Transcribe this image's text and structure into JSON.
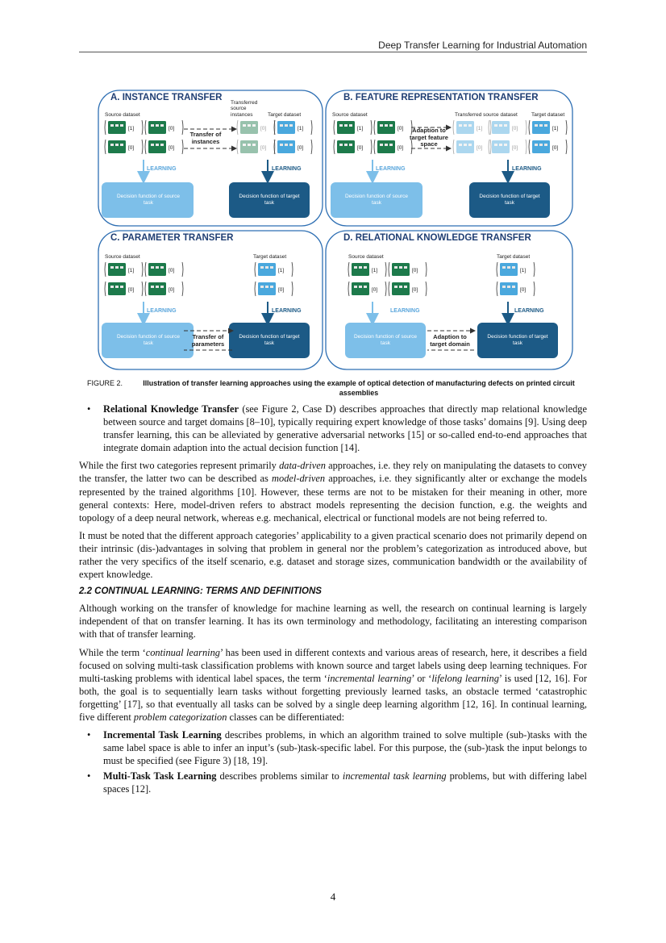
{
  "header": {
    "running_title": "Deep Transfer Learning for Industrial Automation"
  },
  "figure": {
    "panels": {
      "a": {
        "title": "A. INSTANCE TRANSFER",
        "source_label": "Source dataset",
        "middle_label": "Transferred source instances",
        "target_label": "Target dataset",
        "arrow_label": "Transfer of instances",
        "learning": "LEARNING",
        "box_left": "Decision function of source task",
        "box_right": "Decision function of target task"
      },
      "b": {
        "title": "B. FEATURE REPRESENTATION TRANSFER",
        "source_label": "Source dataset",
        "middle_label": "Transferred source dataset",
        "target_label": "Target dataset",
        "arrow_label": "Adaption to target feature space",
        "learning": "LEARNING",
        "box_left": "Decision function of source task",
        "box_right": "Decision function of target task"
      },
      "c": {
        "title": "C. PARAMETER TRANSFER",
        "source_label": "Source dataset",
        "target_label": "Target dataset",
        "arrow_label": "Transfer of parameters",
        "learning": "LEARNING",
        "box_left": "Decision function of source task",
        "box_right": "Decision function of target task"
      },
      "d": {
        "title": "D. RELATIONAL KNOWLEDGE TRANSFER",
        "source_label": "Source dataset",
        "target_label": "Target dataset",
        "arrow_label": "Adaption to target domain",
        "learning": "LEARNING",
        "box_left": "Decision function of source task",
        "box_right": "Decision function of target task"
      }
    },
    "labels": {
      "one": "[1]",
      "zero": "[0]"
    },
    "colors": {
      "panel_border": "#2e6fb3",
      "source_board": "#1d7a4b",
      "target_board": "#4aa8dd",
      "light_box": "#7dbfe9",
      "dark_box": "#1c5a86",
      "title": "#1f3e73"
    }
  },
  "caption": {
    "number": "FIGURE 2.",
    "text": "Illustration of transfer learning approaches using the example of optical detection of manufacturing defects on printed circuit assemblies"
  },
  "content": {
    "bullet_relational": {
      "term": "Relational Knowledge Transfer",
      "text": " (see Figure 2, Case D) describes approaches that directly map relational knowledge between source and target domains [8–10], typically requiring expert knowledge of those tasks’ domains [9]. Using deep transfer learning, this can be alleviated by generative adversarial networks [15] or so-called end-to-end approaches that integrate domain adaption into the actual decision function [14]."
    },
    "para1": {
      "t1": "While the first two categories represent primarily ",
      "e1": "data-driven",
      "t2": " approaches, i.e. they rely on manipulating the datasets to convey the transfer, the latter two can be described as ",
      "e2": "model-driven",
      "t3": " approaches, i.e. they significantly alter or exchange the models represented by the trained algorithms [10]. However, these terms are not to be mistaken for their meaning in other, more general contexts: Here, model-driven refers to abstract models representing the decision function, e.g. the weights and topology of a deep neural network, whereas e.g. mechanical, electrical or functional models are not being referred to."
    },
    "para2": "It must be noted that the different approach categories’ applicability to a given practical scenario does not primarily depend on their intrinsic (dis-)advantages in solving that problem in general nor the problem’s categorization as introduced above, but rather the very specifics of the itself scenario, e.g. dataset and storage sizes, communication bandwidth or the availability of expert knowledge.",
    "section_heading": "2.2 CONTINUAL LEARNING: TERMS AND DEFINITIONS",
    "para3": "Although working on the transfer of knowledge for machine learning as well, the research on continual learning is largely independent of that on transfer learning. It has its own terminology and methodology, facilitating an interesting comparison with that of transfer learning.",
    "para4": {
      "t1": "While the term ‘",
      "e1": "continual learning",
      "t2": "’ has been used in different contexts and various areas of research, here, it describes a field focused on solving multi-task classification problems with known source and target labels using deep learning techniques. For multi-tasking problems with identical label spaces, the term ‘",
      "e2": "incremental learning",
      "t3": "’ or ‘",
      "e3": "lifelong learning",
      "t4": "’ is used [12, 16]. For both, the goal is to sequentially learn tasks without forgetting previously learned tasks, an obstacle termed ‘catastrophic forgetting’ [17], so that eventually all tasks can be solved by a single deep learning algorithm [12, 16]. In continual learning, five different ",
      "e4": "problem categorization",
      "t5": " classes can be differentiated:"
    },
    "bullet_incremental": {
      "term": "Incremental Task Learning",
      "text": " describes problems, in which an algorithm trained to solve multiple (sub-)tasks with the same label space is able to infer an input’s (sub-)task-specific label. For this purpose, the (sub-)task the input belongs to must be specified (see Figure 3) [18, 19]."
    },
    "bullet_multitask": {
      "term": "Multi-Task Task Learning",
      "t1": " describes problems similar to ",
      "e1": "incremental task learning",
      "t2": " problems, but with differing label spaces [12]."
    }
  },
  "page_number": "4"
}
